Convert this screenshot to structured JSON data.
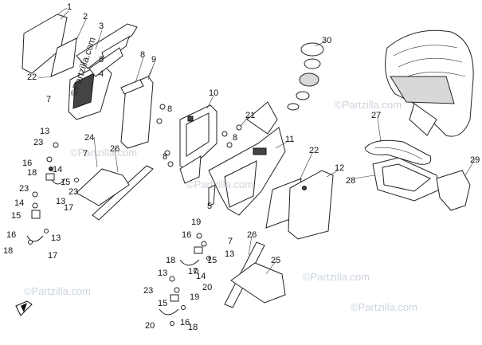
{
  "watermark": "©Partzilla.com",
  "callouts": [
    "1",
    "2",
    "3",
    "4",
    "5",
    "6",
    "7",
    "8",
    "9",
    "10",
    "11",
    "12",
    "13",
    "14",
    "15",
    "16",
    "17",
    "18",
    "19",
    "20",
    "21",
    "22",
    "23",
    "24",
    "25",
    "26",
    "27",
    "28",
    "29",
    "30"
  ]
}
